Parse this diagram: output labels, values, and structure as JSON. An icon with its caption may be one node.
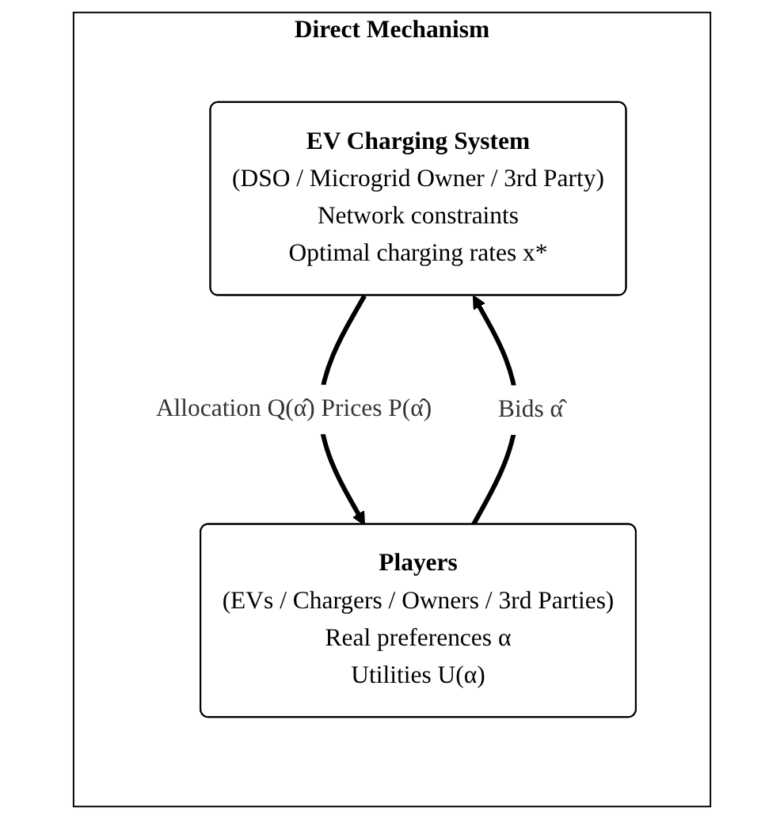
{
  "diagram": {
    "nodes": [
      {
        "text": [
          "Direct Mechanism"
        ]
      },
      {
        "text": [
          "EV Charging System",
          "(DSO / Microgrid Owner / 3rd Party)",
          "Network constraints",
          "Optimal charging rates x*"
        ],
        "in": 0
      },
      {
        "text": [
          "Players",
          "(EVs / Chargers / Owners / 3rd Parties)",
          "Real preferences α",
          "Utilities U(α)"
        ],
        "in": 0
      }
    ],
    "edges": [
      {
        "from": 2,
        "to": 1,
        "arrow": "to",
        "label": "Bids α̂"
      },
      {
        "from": 1,
        "to": 2,
        "arrow": "to",
        "label": "Allocation Q(α̂) Prices P(α̂)"
      }
    ]
  }
}
